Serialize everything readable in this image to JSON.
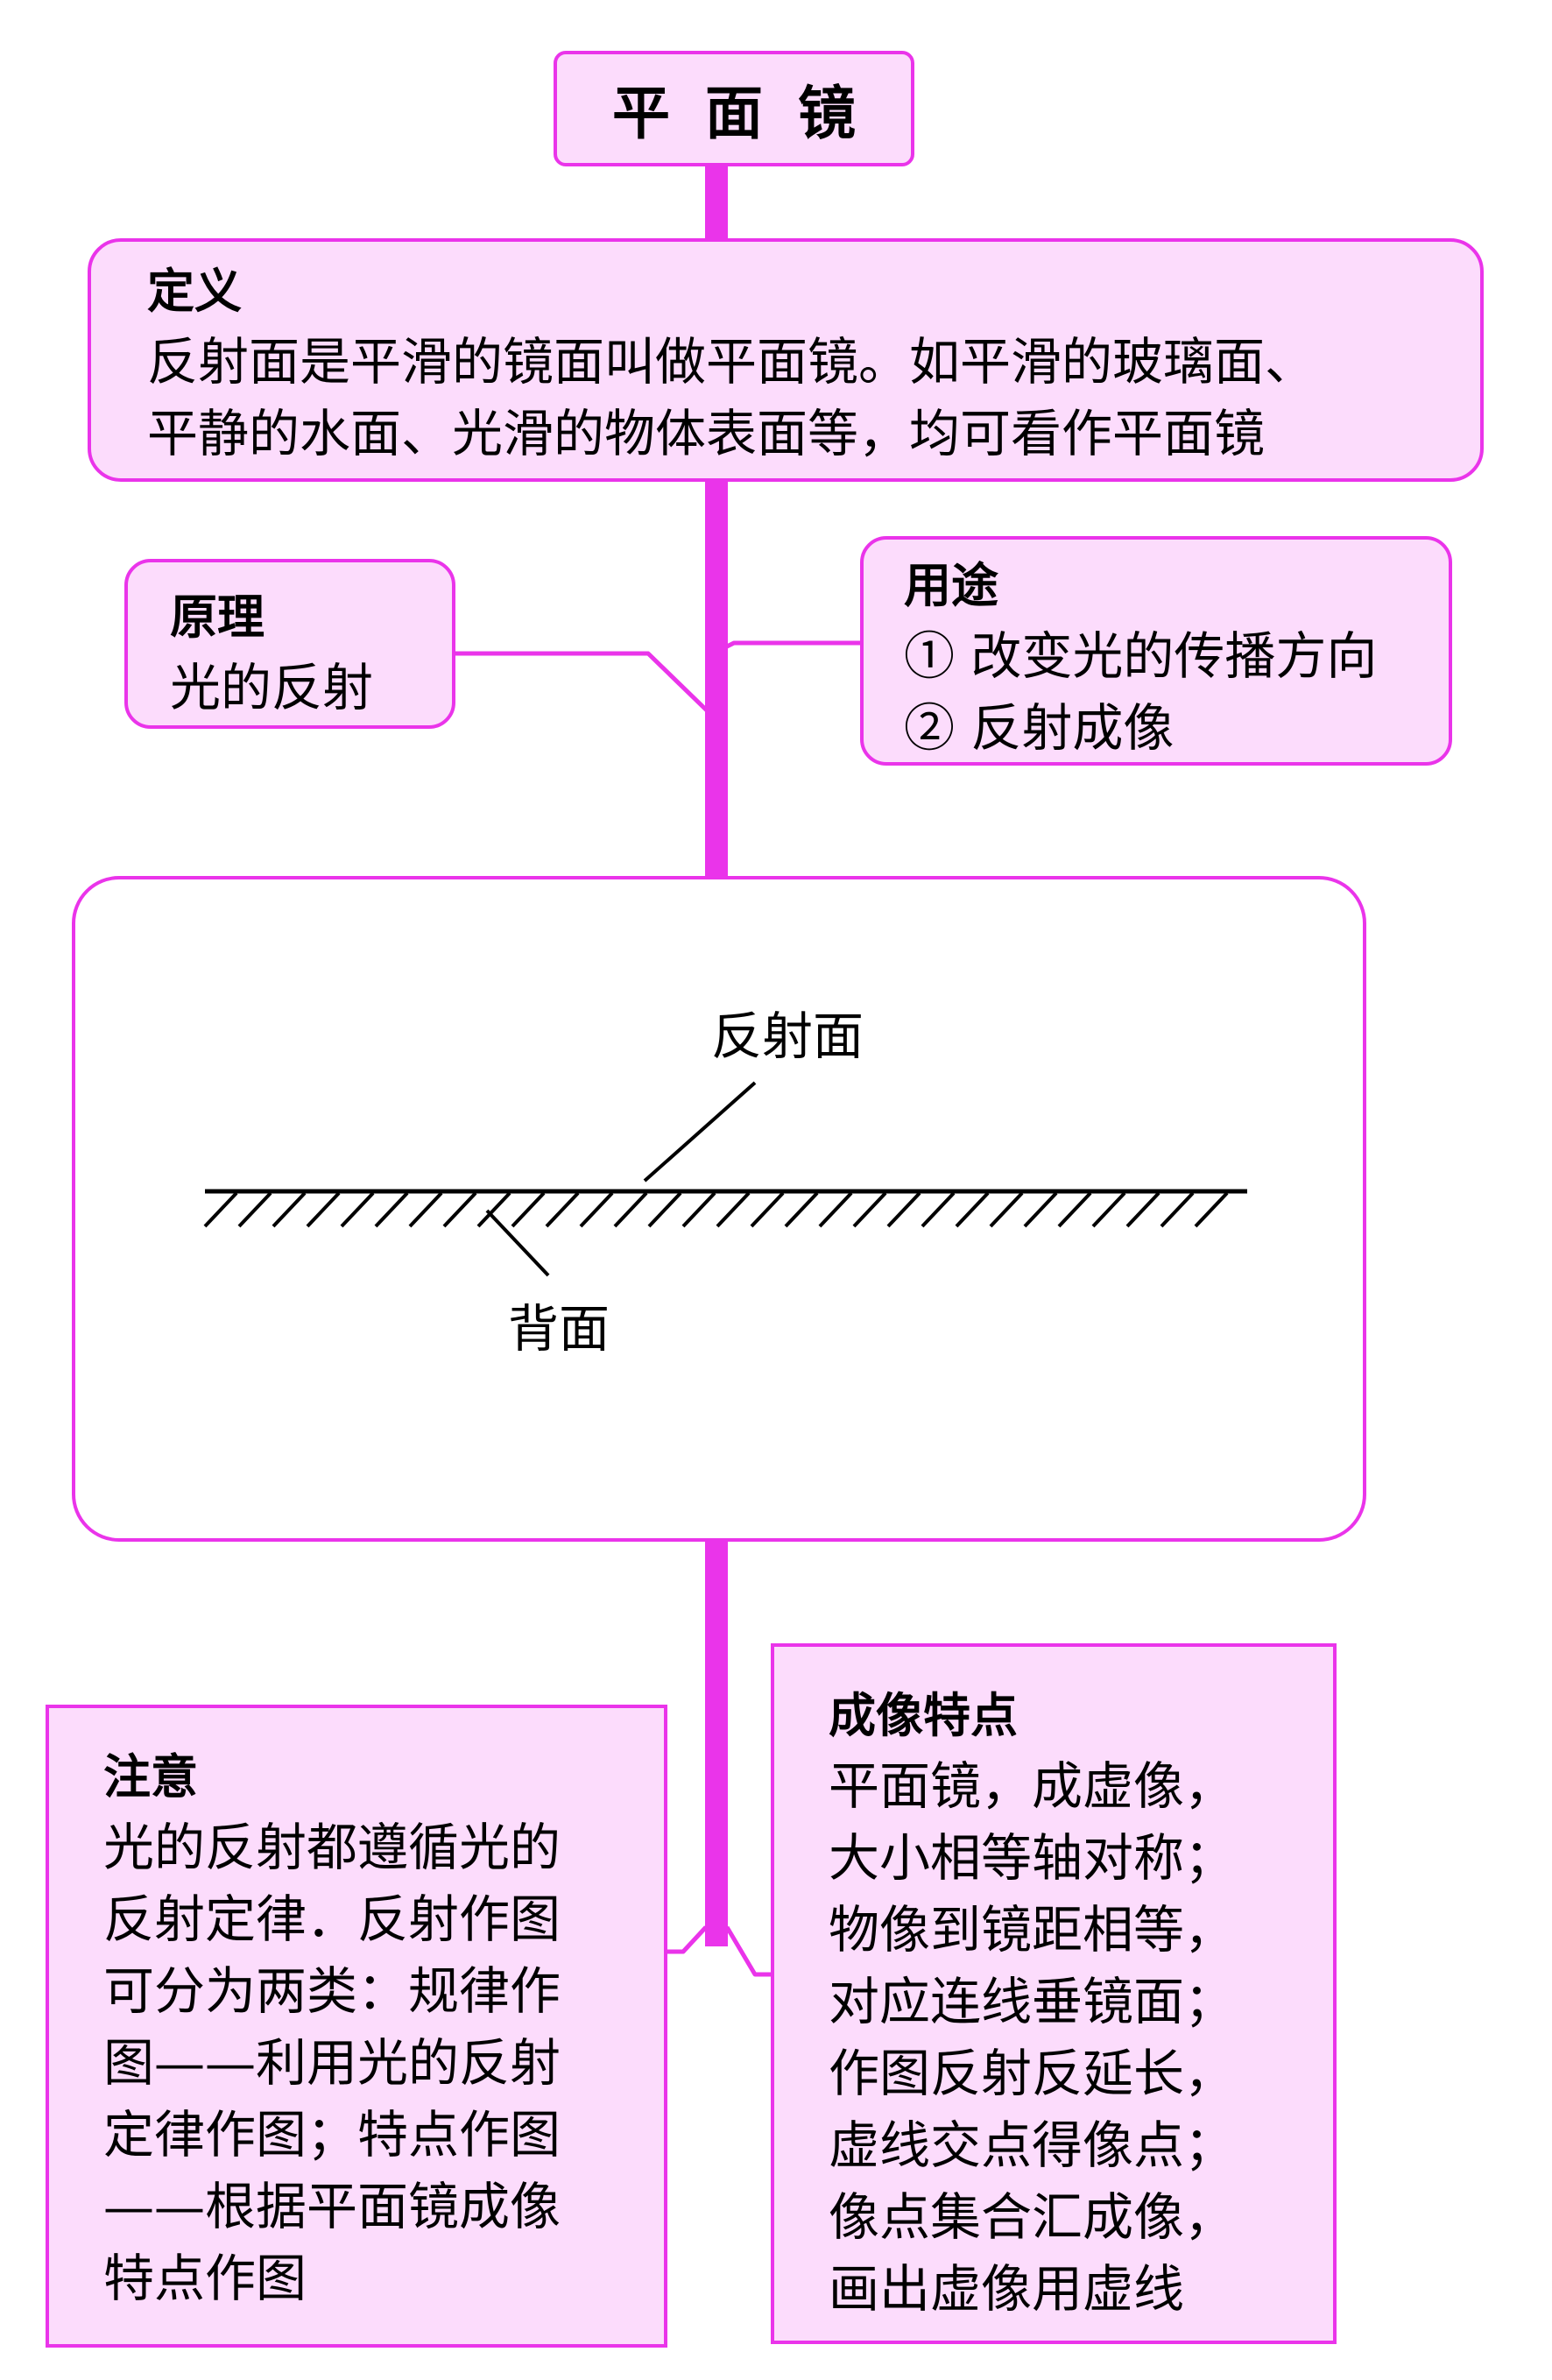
{
  "title": "平面镜",
  "definition": {
    "heading": "定义",
    "lines": [
      "反射面是平滑的镜面叫做平面镜。如平滑的玻璃面、",
      "平静的水面、光滑的物体表面等，均可看作平面镜"
    ]
  },
  "principle": {
    "heading": "原理",
    "text": "光的反射"
  },
  "usage": {
    "heading": "用途",
    "items": [
      "① 改变光的传播方向",
      "② 反射成像"
    ]
  },
  "mirror_figure": {
    "reflective_surface_label": "反射面",
    "back_label": "背面"
  },
  "notes": {
    "heading": "注意",
    "lines": [
      "光的反射都遵循光的",
      "反射定律．反射作图",
      "可分为两类：规律作",
      "图——利用光的反射",
      "定律作图；特点作图",
      "——根据平面镜成像",
      "特点作图"
    ]
  },
  "imaging_features": {
    "heading": "成像特点",
    "lines": [
      "平面镜，成虚像，",
      "大小相等轴对称；",
      "物像到镜距相等，",
      "对应连线垂镜面；",
      "作图反射反延长，",
      "虚线交点得像点；",
      "像点集合汇成像，",
      "画出虚像用虚线"
    ]
  },
  "colors": {
    "accent": "#ea34ea",
    "box_fill": "#fcdcfc",
    "diagram_fill": "#ffffff"
  }
}
